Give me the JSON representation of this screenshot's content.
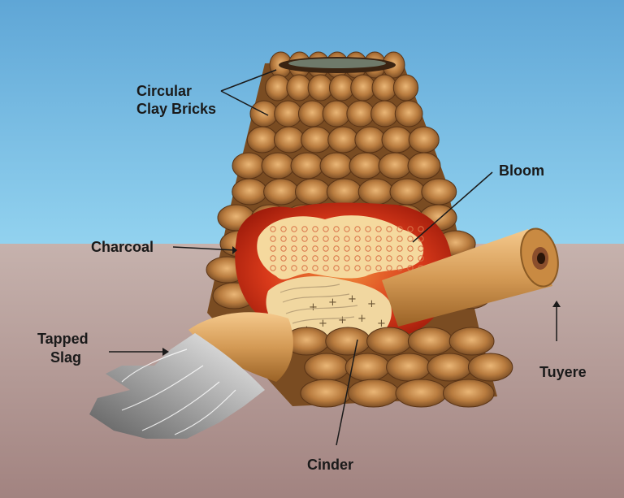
{
  "labels": {
    "circular_line1": "Circular",
    "circular_line2": "Clay Bricks",
    "bloom": "Bloom",
    "charcoal": "Charcoal",
    "tapped_line1": "Tapped",
    "tapped_line2": "Slag",
    "tuyere": "Tuyere",
    "cinder": "Cinder"
  },
  "colors": {
    "sky_top": "#5fa6d6",
    "sky_bottom": "#8fd0ee",
    "ground_top": "#c3aea9",
    "ground_bottom": "#a68682",
    "brick": "#b5793c",
    "brick_light": "#e0aa6a",
    "fire": "#d23a1a",
    "bloom": "#f4d79c",
    "slag": "#9a9a9a",
    "tuyere": "#d39b55"
  }
}
